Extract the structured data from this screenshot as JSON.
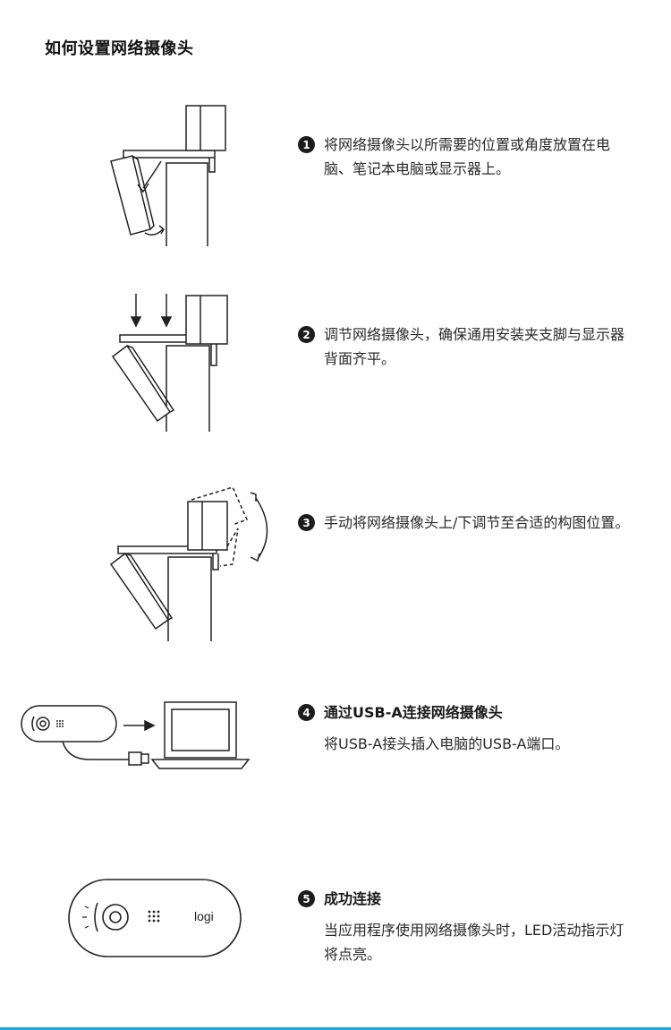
{
  "title": "如何设置网络摄像头",
  "steps": [
    {
      "number": "1",
      "text": "将网络摄像头以所需要的位置或角度放置在电脑、笔记本电脑或显示器上。"
    },
    {
      "number": "2",
      "text": "调节网络摄像头，确保通用安装夹支脚与显示器背面齐平。"
    },
    {
      "number": "3",
      "text": "手动将网络摄像头上/下调节至合适的构图位置。"
    },
    {
      "number": "4",
      "title": "通过USB-A连接网络摄像头",
      "text": "将USB-A接头插入电脑的USB-A端口。"
    },
    {
      "number": "5",
      "title": "成功连接",
      "text": "当应用程序使用网络摄像头时，LED活动指示灯将点亮。"
    }
  ],
  "logo_text": "logi",
  "colors": {
    "accent_line": "#1ea2da",
    "stroke": "#222222"
  }
}
